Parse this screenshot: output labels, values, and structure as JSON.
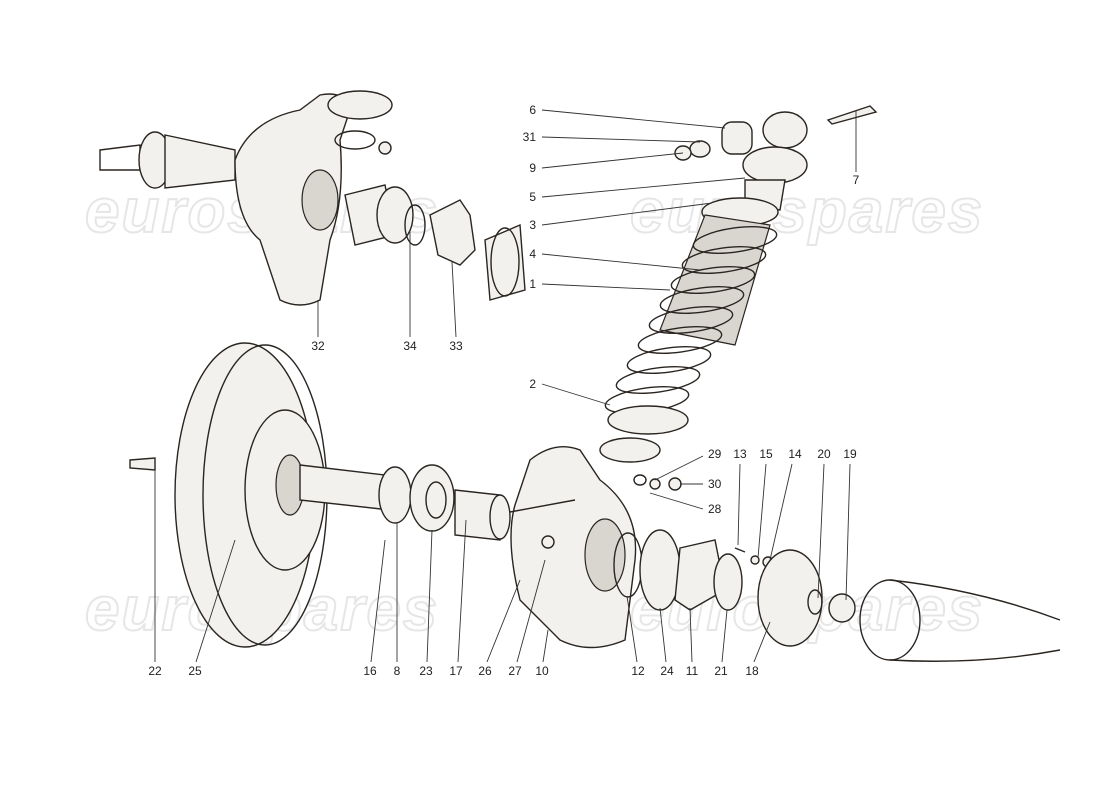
{
  "watermark": "eurospares",
  "callouts": [
    "6",
    "31",
    "9",
    "5",
    "3",
    "4",
    "1",
    "7",
    "2",
    "29",
    "30",
    "28",
    "13",
    "15",
    "14",
    "20",
    "19",
    "32",
    "34",
    "33",
    "22",
    "25",
    "16",
    "8",
    "23",
    "17",
    "26",
    "27",
    "10",
    "12",
    "24",
    "11",
    "21",
    "18"
  ]
}
